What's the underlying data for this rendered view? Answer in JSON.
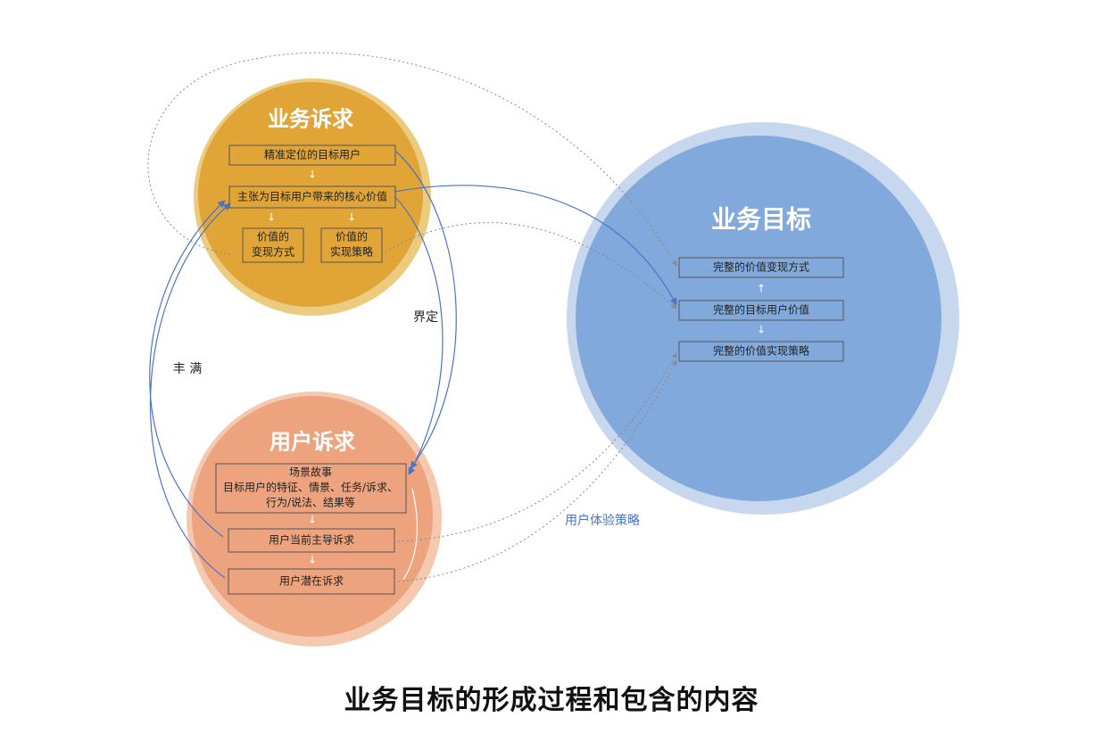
{
  "business_need": {
    "title": "业务诉求",
    "box1": "精准定位的目标用户",
    "box2": "主张为目标用户带来的核心价值",
    "box3_line1": "价值的",
    "box3_line2": "变现方式",
    "box4_line1": "价值的",
    "box4_line2": "实现策略"
  },
  "business_goal": {
    "title": "业务目标",
    "box1": "完整的价值变现方式",
    "box2": "完整的目标用户价值",
    "box3": "完整的价值实现策略"
  },
  "user_need": {
    "title": "用户诉求",
    "box1_line1": "场景故事",
    "box1_line2": "目标用户的特征、情景、任务/诉求、",
    "box1_line3": "行为/说法、结果等",
    "box2": "用户当前主导诉求",
    "box3": "用户潜在诉求"
  },
  "labels": {
    "define": "界定",
    "enrich": "丰 满",
    "ux_strategy": "用户体验策略"
  },
  "caption": "业务目标的形成过程和包含的内容",
  "colors": {
    "business_need_outer": "#ECCB7E",
    "business_need_inner": "#E0A437",
    "business_goal_outer": "#C7D7EE",
    "business_goal_inner": "#82A9DB",
    "user_need_outer": "#F5C9AF",
    "user_need_inner": "#EDA47E",
    "link_blue": "#4A74C4",
    "dotted_gray": "#888888"
  }
}
